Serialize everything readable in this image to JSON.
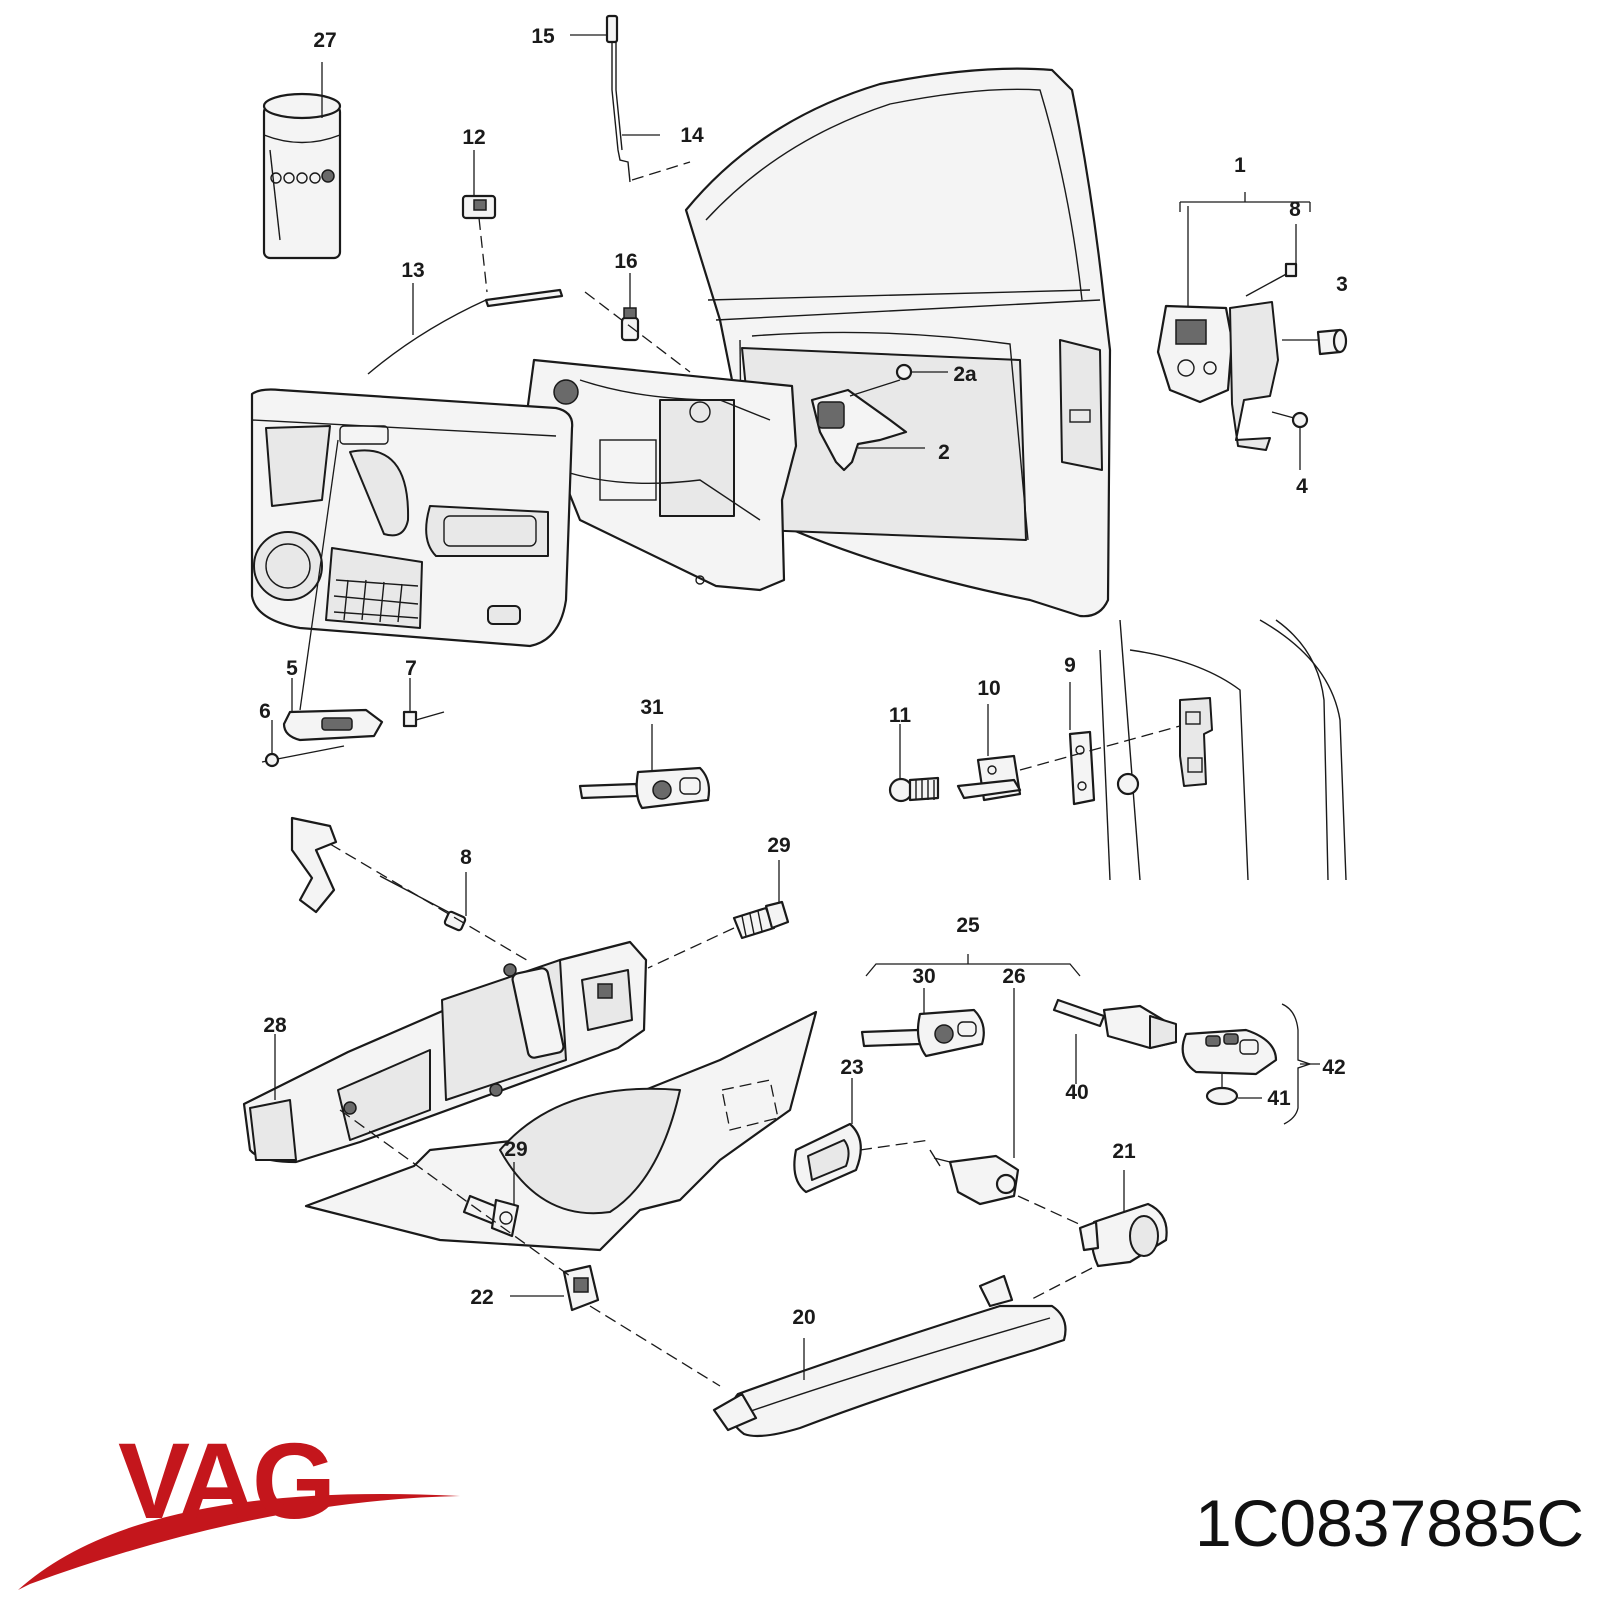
{
  "callouts": {
    "c1": "1",
    "c2": "2",
    "c2a": "2a",
    "c3": "3",
    "c4": "4",
    "c5": "5",
    "c6": "6",
    "c7": "7",
    "c8a": "8",
    "c8b": "8",
    "c9": "9",
    "c10": "10",
    "c11": "11",
    "c12": "12",
    "c13": "13",
    "c14": "14",
    "c15": "15",
    "c16": "16",
    "c20": "20",
    "c21": "21",
    "c22": "22",
    "c23": "23",
    "c25": "25",
    "c26": "26",
    "c27": "27",
    "c28": "28",
    "c29a": "29",
    "c29b": "29",
    "c30": "30",
    "c31": "31",
    "c40": "40",
    "c41": "41",
    "c42": "42"
  },
  "footer": {
    "brand": "VAG",
    "part_number": "1C0837885C",
    "brand_color": "#c4161c"
  }
}
